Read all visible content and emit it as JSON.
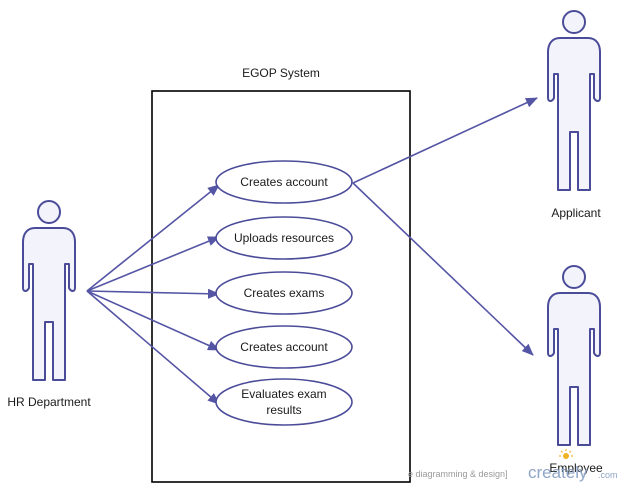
{
  "system": {
    "title": "EGOP System"
  },
  "actors": {
    "hr": {
      "label": "HR Department"
    },
    "applicant": {
      "label": "Applicant"
    },
    "employee": {
      "label": "Employee"
    }
  },
  "use_cases": [
    {
      "lines": [
        "Creates account"
      ]
    },
    {
      "lines": [
        "Uploads resources"
      ]
    },
    {
      "lines": [
        "Creates exams"
      ]
    },
    {
      "lines": [
        "Creates account"
      ]
    },
    {
      "lines": [
        "Evaluates exam",
        "results"
      ]
    }
  ],
  "watermark": {
    "prefix": "e diagramming & design]",
    "brand": "creately",
    "suffix": ".com"
  },
  "colors": {
    "actor_stroke": "#4b4c99",
    "actor_fill": "#f3f3fb",
    "usecase_stroke": "#4b4c99",
    "usecase_fill": "#ffffff",
    "arrow": "#5555a5",
    "boundary": "#000000"
  }
}
